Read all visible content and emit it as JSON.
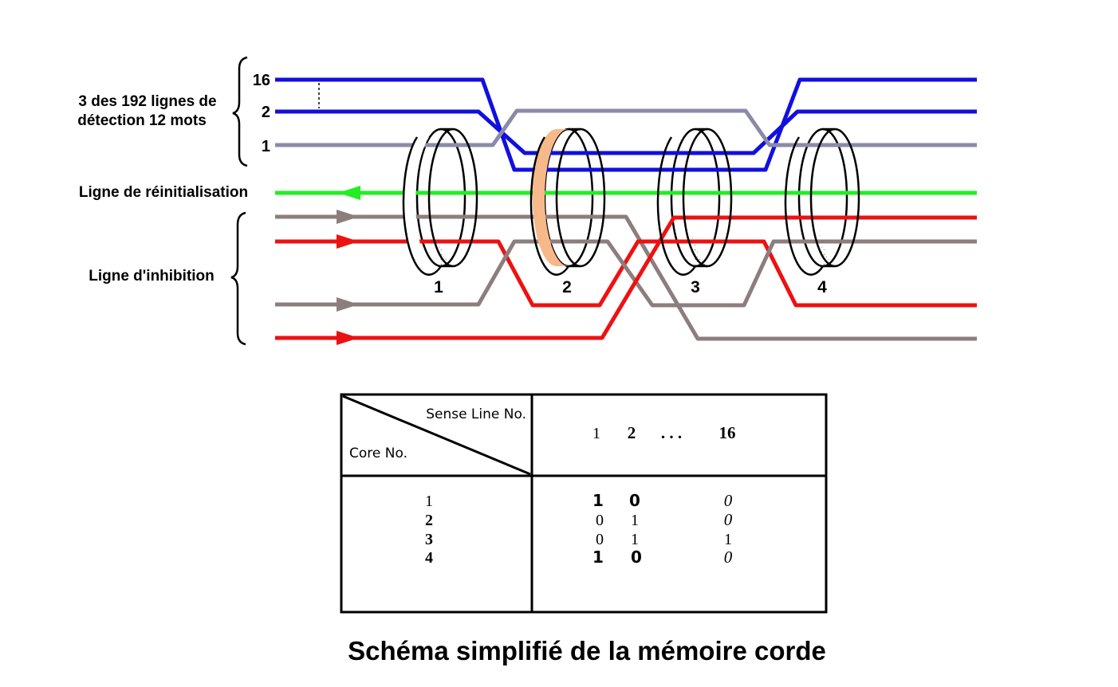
{
  "colors": {
    "sense_blue": "#1010e0",
    "sense_gray": "#8a8aa8",
    "reset_green": "#22ee22",
    "inhibit_red": "#ee1111",
    "inhibit_gray": "#8d7e7e",
    "core_highlight": "#f7b88a"
  },
  "labels": {
    "sense_group": [
      "3 des 192 lignes de",
      "détection 12 mots"
    ],
    "line_16": "16",
    "line_2": "2",
    "line_1": "1",
    "reset_line": "Ligne de réinitialisation",
    "inhibit_line": "Ligne d'inhibition"
  },
  "cores": [
    {
      "number": "1",
      "highlighted": false
    },
    {
      "number": "2",
      "highlighted": true
    },
    {
      "number": "3",
      "highlighted": false
    },
    {
      "number": "4",
      "highlighted": false
    }
  ],
  "table": {
    "header_top": "Sense Line No.",
    "header_bottom": "Core No.",
    "col_1": "1",
    "col_2": "2",
    "dots": ". . .",
    "col_16": "16",
    "rows": [
      {
        "core": "1",
        "v1": "1",
        "v2": "0",
        "v16": "0"
      },
      {
        "core": "2",
        "v1": "0",
        "v2": "1",
        "v16": "0"
      },
      {
        "core": "3",
        "v1": "0",
        "v2": "1",
        "v16": "1"
      },
      {
        "core": "4",
        "v1": "1",
        "v2": "0",
        "v16": "0"
      }
    ]
  },
  "caption": "Schéma simplifié de la mémoire corde"
}
